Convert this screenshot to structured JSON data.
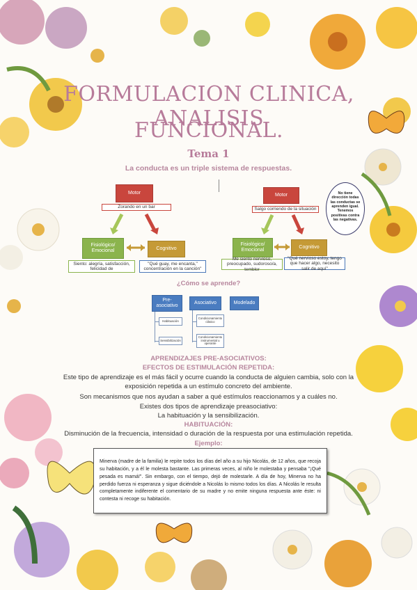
{
  "title_line1": "FORMULACION CLINICA, ANALISIS",
  "title_line2": "FUNCIONAL.",
  "tema": "Tema 1",
  "subtitle": "La conducta es un triple sistema de respuestas.",
  "diagram_left": {
    "motor": "Motor",
    "motor_desc": "Zorando en un bar",
    "fisio": "Fisiológico/ Emocional",
    "cognitivo": "Cognitivo",
    "fisio_desc": "Siento: alegría, satisfacción, felicidad de",
    "cog_desc": "\"Qué guay, me encanta,\" concentración en la canción\""
  },
  "diagram_right": {
    "motor": "Motor",
    "motor_desc": "Salgo corriendo de la situación",
    "fisio": "Fisiológico/ Emocional",
    "cognitivo": "Cognitivo",
    "fisio_desc": "Me siento nervioso, preocupado, sudoroso/a, temblor",
    "cog_desc": "\"Qué nervioso estoy, tengo que hacer algo, necesito salir de aquí\"",
    "note": "No tiene dirección todas las conductas se aprenden igual. Tenemos positivas contra las negativas."
  },
  "como_aprende": "¿Cómo se aprende?",
  "learning": {
    "pre": "Pre-asociativo",
    "asociativo": "Asociativo",
    "modelado": "Modelado",
    "habituacion": "Habituación",
    "sensibilizacion": "Sensibilización",
    "clasico": "Condicionamiento clásico",
    "operante": "Condicionamiento instrumental u operante"
  },
  "section1": "APRENDIZAJES PRE-ASOCIATIVOS:",
  "section2": "EFECTOS DE ESTIMULACIÓN REPETIDA:",
  "para1": "Este tipo de aprendizaje es el más fácil y ocurre cuando la conducta de alguien cambia, solo con la",
  "para2": "exposición repetida a un estímulo concreto del ambiente.",
  "para3": "Son mecanismos que nos ayudan a saber a qué estímulos reaccionamos y a cuáles no.",
  "para4": "Existes dos tipos de aprendizaje preasociativo:",
  "para5": "La habituación y la sensibilización.",
  "habituacion_title": "HABITUACIÓN:",
  "habituacion_def": "Disminución de la frecuencia, intensidad o duración de la respuesta por una estimulación repetida.",
  "ejemplo": "Ejemplo:",
  "example_text": "Minerva (madre de la familia) le repite todos los días del año a su hijo Nicolás, de 12 años, que recoja su habitación, y a él le molesta bastante. Las primeras veces, al niño le molestaba y pensaba \"¡Qué pesada es mamá!\". Sin embargo, con el tiempo, dejó de molestarle. A día de hoy, Minerva no ha perdido fuerza ni esperanza y sigue diciéndole a Nicolás lo mismo todos los días. A Nicolás le resulta completamente indiferente el comentario de su madre y no emite ninguna respuesta ante éste: ni contesta ni recoge su habitación.",
  "colors": {
    "title": "#b77b9a",
    "accent": "#b7869d",
    "motor": "#c9463d",
    "fisio": "#8bb44d",
    "cognitivo": "#c59a36",
    "learning": "#4a7cc0"
  }
}
